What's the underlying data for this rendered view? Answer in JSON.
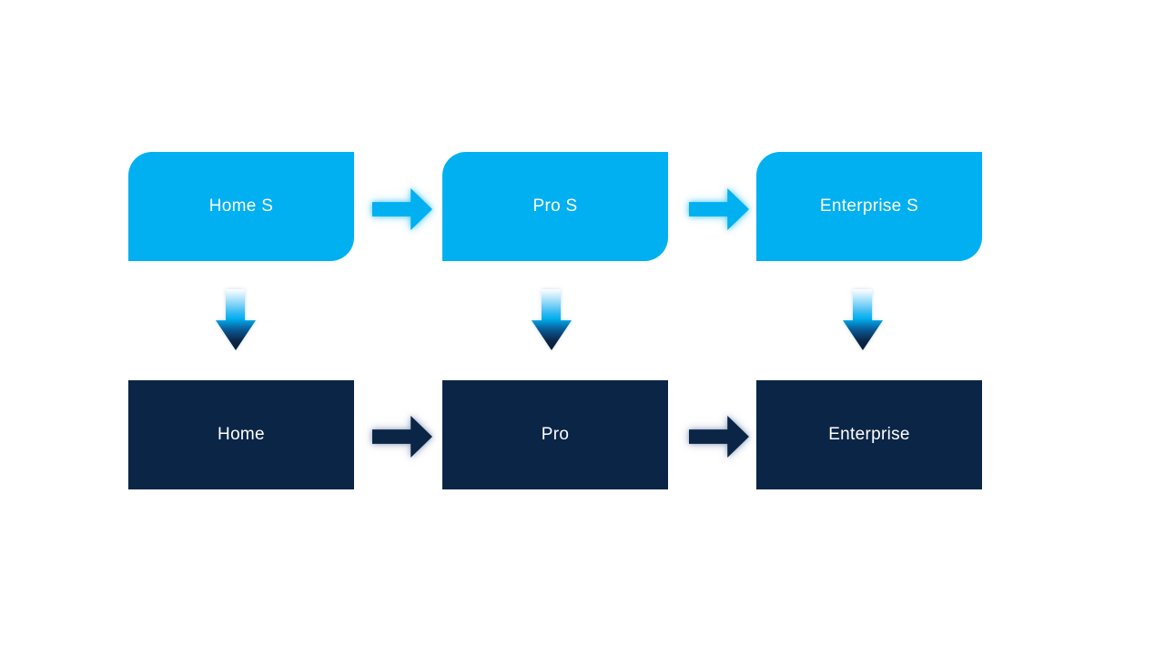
{
  "slide": {
    "background_color": "#ffffff",
    "flow": {
      "top_row": {
        "style": "rounded-diagonal-corner-rectangle",
        "fill_color": "#00b0f0",
        "text_color": "#ffffff",
        "nodes": [
          {
            "label": "Home S"
          },
          {
            "label": "Pro S"
          },
          {
            "label": "Enterprise S"
          }
        ]
      },
      "bottom_row": {
        "style": "rectangle",
        "fill_color": "#0b2546",
        "text_color": "#ffffff",
        "nodes": [
          {
            "label": "Home"
          },
          {
            "label": "Pro"
          },
          {
            "label": "Enterprise"
          }
        ]
      },
      "connectors": {
        "horizontal_top": {
          "icon": "right-block-arrow",
          "color": "#00b0f0",
          "glow": "#00b0f0",
          "count": 2
        },
        "horizontal_bottom": {
          "icon": "right-block-arrow",
          "color": "#0b2546",
          "glow": "#8aa0bf",
          "count": 2
        },
        "vertical": {
          "icon": "down-block-arrow",
          "gradient": [
            "#ffffff",
            "#00b0f0",
            "#0b2546"
          ],
          "count": 3
        }
      }
    }
  }
}
